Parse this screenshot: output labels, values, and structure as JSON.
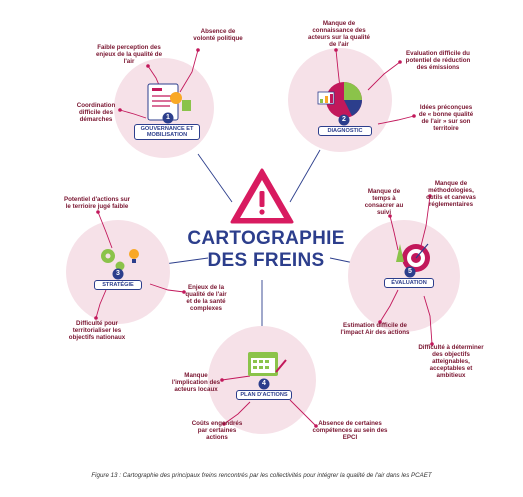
{
  "center": {
    "title_line1": "CARTOGRAPHIE",
    "title_line2": "DES FREINS"
  },
  "sections": {
    "gouvernance": {
      "number": "1",
      "label": "GOUVERNANCE ET MOBILISATION",
      "items": [
        "Faible perception des enjeux de la qualité de l'air",
        "Absence de volonté politique",
        "Coordination difficile des démarches"
      ]
    },
    "diagnostic": {
      "number": "2",
      "label": "DIAGNOSTIC",
      "items": [
        "Manque de connaissance des acteurs sur la qualité de l'air",
        "Evaluation difficile du potentiel de réduction des émissions",
        "Idées préconçues de « bonne qualité de l'air » sur son territoire"
      ]
    },
    "strategie": {
      "number": "3",
      "label": "STRATÉGIE",
      "items": [
        "Potentiel d'actions sur le terrioire jugé faible",
        "Enjeux de la qualité de l'air et de la santé complexes",
        "Difficulté pour territorialiser les objectifs nationaux"
      ]
    },
    "plan": {
      "number": "4",
      "label": "PLAN D'ACTIONS",
      "items": [
        "Manque l'implication des acteurs locaux",
        "Coûts engendrés par certaines actions",
        "Absence de certaines compétences au sein des EPCI"
      ]
    },
    "evaluation": {
      "number": "5",
      "label": "ÉVALUATION",
      "items": [
        "Manque de temps à consacrer au suivi",
        "Manque de méthodologies, outils et canevas réglementaires",
        "Estimation difficile de l'impact Air des actions",
        "Difficulté à déterminer des objectifs atteignables, acceptables et ambitieux"
      ]
    }
  },
  "caption": "Figure 13 : Cartographie des principaux freins rencontrés par les collectivités pour intégrer la qualité de l'air dans les PCAET",
  "colors": {
    "accent": "#c2185b",
    "circle": "#f6e1e8",
    "navy": "#2c3e8c",
    "text": "#7a1631",
    "warning": "#d81b60",
    "green": "#8bc34a",
    "orange": "#f9a825"
  }
}
